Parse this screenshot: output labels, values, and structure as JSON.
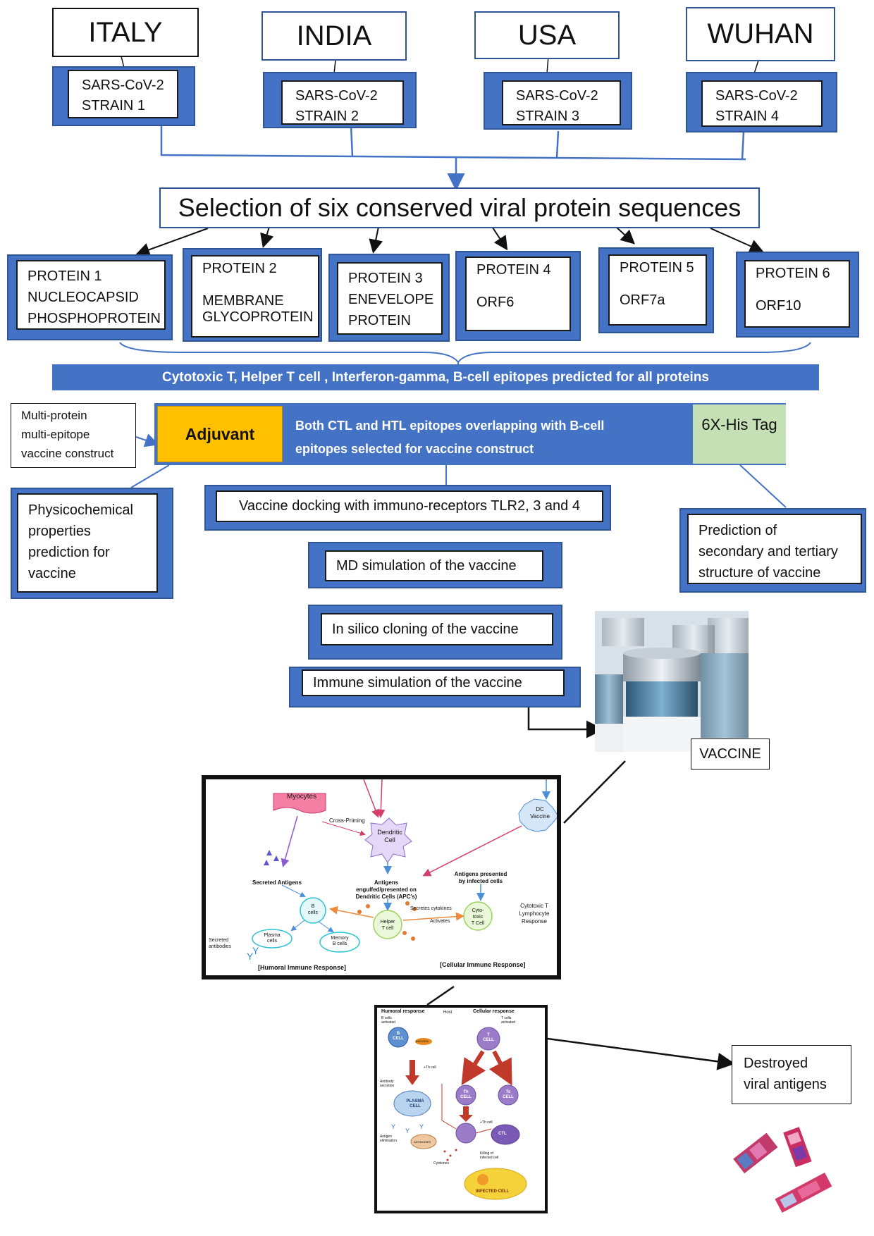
{
  "countries": [
    {
      "name": "ITALY",
      "strain": [
        "SARS-CoV-2",
        "STRAIN 1"
      ]
    },
    {
      "name": "INDIA",
      "strain": [
        "SARS-CoV-2",
        "STRAIN 2"
      ]
    },
    {
      "name": "USA",
      "strain": [
        "SARS-CoV-2",
        "STRAIN 3"
      ]
    },
    {
      "name": "WUHAN",
      "strain": [
        "SARS-CoV-2",
        "STRAIN 4"
      ]
    }
  ],
  "selection_title": "Selection of six conserved viral protein sequences",
  "proteins": [
    {
      "lines": [
        "PROTEIN 1",
        "NUCLEOCAPSID",
        "PHOSPHOPROTEIN"
      ]
    },
    {
      "lines": [
        "PROTEIN 2",
        "",
        "MEMBRANE",
        "GLYCOPROTEIN"
      ]
    },
    {
      "lines": [
        "PROTEIN 3",
        "ENEVELOPE",
        "PROTEIN"
      ]
    },
    {
      "lines": [
        "PROTEIN 4",
        "",
        "ORF6"
      ]
    },
    {
      "lines": [
        "PROTEIN 5",
        "",
        "ORF7a"
      ]
    },
    {
      "lines": [
        "PROTEIN 6",
        "",
        "ORF10"
      ]
    }
  ],
  "epitope_bar": "Cytotoxic T, Helper T cell , Interferon-gamma, B-cell epitopes predicted  for all proteins",
  "construct": {
    "side_label": [
      "Multi-protein",
      "multi-epitope",
      "vaccine construct"
    ],
    "adjuvant": "Adjuvant",
    "middle": [
      "Both CTL and HTL epitopes overlapping with B-cell",
      "epitopes selected for vaccine construct"
    ],
    "his_tag": "6X-His Tag",
    "colors": {
      "adjuvant": "#ffc000",
      "his_tag": "#c5e0b4",
      "bar": "#4472c4"
    }
  },
  "physicochemical": [
    "Physicochemical",
    "properties",
    "prediction for",
    "vaccine"
  ],
  "secondary": [
    "Prediction of",
    "secondary and tertiary",
    "structure of vaccine"
  ],
  "steps": [
    "Vaccine docking with immuno-receptors TLR2, 3 and 4",
    "MD simulation of the vaccine",
    "In silico cloning of the vaccine",
    "Immune simulation of the vaccine"
  ],
  "vaccine_label": "VACCINE",
  "immune_panel": {
    "myocytes": "Myocytes",
    "cross_priming": "Cross-Priming",
    "dendritic": [
      "Dendritic",
      "Cell"
    ],
    "dc_vaccine": [
      "DC",
      "Vaccine"
    ],
    "secreted_antigens": "Secreted Antigens",
    "antigens_apc": [
      "Antigens",
      "engulfed/presented on",
      "Dendritic Cells (APC's)"
    ],
    "antigens_infected": [
      "Antigens presented",
      "by infected cells"
    ],
    "b_cells": [
      "B",
      "cells"
    ],
    "helper_t": [
      "Helper",
      "T cell"
    ],
    "cytotoxic": [
      "Cyto-",
      "toxic",
      "T Cell"
    ],
    "ctl_response": [
      "Cytotoxic T",
      "Lymphocyte",
      "Response"
    ],
    "secretes": "Secretes cytokines",
    "activates": "Activates",
    "plasma": [
      "Plasma",
      "cells"
    ],
    "memory": [
      "Memory",
      "B cells"
    ],
    "secreted_antibodies": [
      "Secreted",
      "antibodies"
    ],
    "humoral": "[Humoral Immune Response]",
    "cellular": "[Cellular Immune Response]"
  },
  "response_panel": {
    "humoral": "Humoral response",
    "host": "Host",
    "cellular": "Cellular response",
    "b_activated": [
      "B cells",
      "activated"
    ],
    "t_activated": [
      "T cells",
      "activated"
    ],
    "b_cell": [
      "B",
      "CELL"
    ],
    "t_cell": [
      "T",
      "CELL"
    ],
    "antigen": "ANTIGEN",
    "th_cell_label": "+Th cell",
    "antibody_secretion": [
      "Antibody",
      "secretion"
    ],
    "plasma_cell": [
      "PLASMA",
      "CELL"
    ],
    "th": [
      "Th",
      "CELL"
    ],
    "tc": [
      "Tc",
      "CELL"
    ],
    "th_cell_label2": "+Th cell",
    "antigen_elimination": [
      "Antigen",
      "elimination"
    ],
    "antibodies": "ANTIBODIES",
    "cytokines": "Cytokines",
    "ctl": "CTL",
    "killing": [
      "Killing of",
      "infected cell"
    ],
    "infected": "INFECTED CELL"
  },
  "destroyed": [
    "Destroyed",
    "viral antigens"
  ]
}
